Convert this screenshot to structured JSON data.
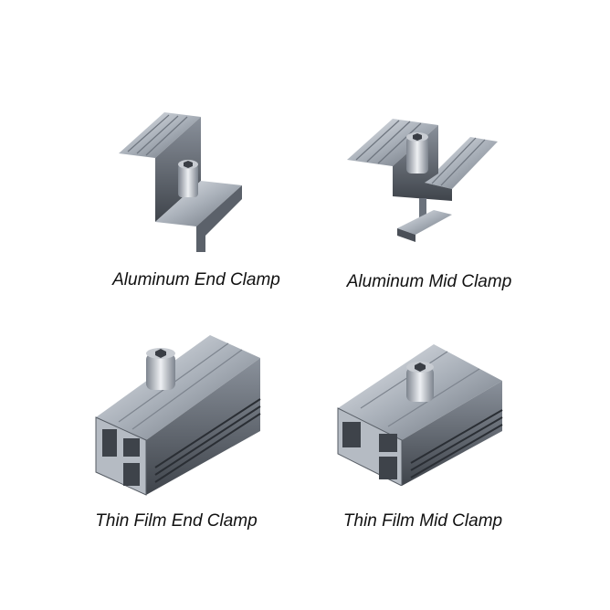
{
  "products": [
    {
      "name": "Aluminum End Clamp"
    },
    {
      "name": "Aluminum Mid Clamp"
    },
    {
      "name": "Thin Film End Clamp"
    },
    {
      "name": "Thin Film Mid Clamp"
    }
  ],
  "colors": {
    "metal_light": "#d4d8de",
    "metal_mid": "#9aa1aa",
    "metal_dark": "#4a4f57",
    "text": "#111111"
  }
}
